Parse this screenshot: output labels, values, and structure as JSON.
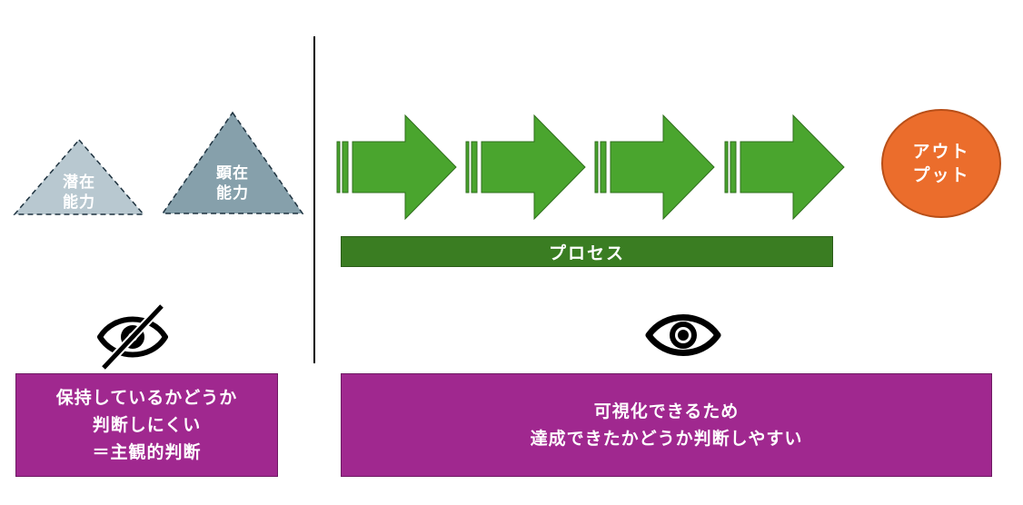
{
  "latent": {
    "label_line1": "潜在",
    "label_line2": "能力"
  },
  "manifest": {
    "label_line1": "顕在",
    "label_line2": "能力"
  },
  "output": {
    "label_line1": "アウト",
    "label_line2": "プット"
  },
  "process": {
    "label": "プロセス"
  },
  "left_box": {
    "line1": "保持しているかどうか",
    "line2": "判断しにくい",
    "line3": "＝主観的判断"
  },
  "right_box": {
    "line1": "可視化できるため",
    "line2": "達成できたかどうか判断しやすい"
  },
  "icons": {
    "left": "eye-slash-icon",
    "right": "eye-icon"
  },
  "colors": {
    "latent": "#b8c8d0",
    "manifest": "#86a0ab",
    "arrow": "#4aa52e",
    "process": "#3a7d22",
    "output": "#eb6d2c",
    "box": "#a0288f"
  }
}
